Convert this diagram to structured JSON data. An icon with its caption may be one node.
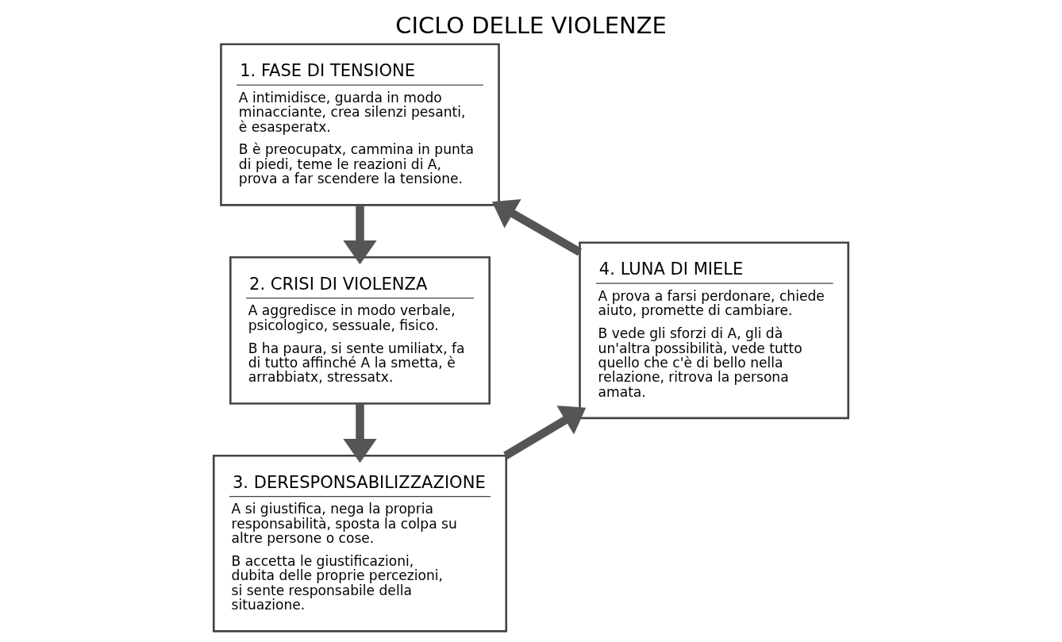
{
  "diagram": {
    "title": "CICLO DELLE VIOLENZE",
    "nodes": [
      {
        "text": [
          "1. FASE DI TENSIONE",
          "A intimidisce, guarda in modo minacciante, crea silenzi pesanti, è esasperatx.",
          "B è preocupatx, cammina in punta di piedi, teme le reazioni di A, prova a far scendere la tensione."
        ]
      },
      {
        "text": [
          "2. CRISI DI VIOLENZA",
          "A aggredisce in modo verbale, psicologico, sessuale, fisico.",
          "B ha paura, si sente umiliatx, fa di tutto affinché A la smetta, è arrabbiatx, stressatx."
        ]
      },
      {
        "text": [
          "3. DERESPONSABILIZZAZIONE",
          "A si giustifica, nega la propria responsabilità, sposta la colpa su altre persone o cose.",
          "B accetta le giustificazioni, dubita delle proprie percezioni, si sente responsabile della situazione."
        ]
      },
      {
        "text": [
          "4. LUNA DI MIELE",
          "A prova a farsi perdonare, chiede aiuto, promette di cambiare.",
          "B vede gli sforzi di A, gli dà un'altra possibilità, vede tutto quello che c'è di bello nella relazione, ritrova la persona amata."
        ]
      }
    ],
    "edges": [
      {
        "from": 0,
        "to": 1,
        "arrow": "to"
      },
      {
        "from": 1,
        "to": 2,
        "arrow": "to"
      },
      {
        "from": 2,
        "to": 3,
        "arrow": "to"
      },
      {
        "from": 3,
        "to": 0,
        "arrow": "to"
      }
    ]
  }
}
